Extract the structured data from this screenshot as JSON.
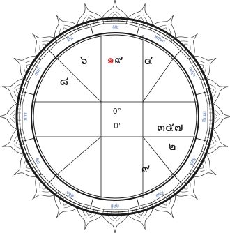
{
  "zodiac_signs": [
    {
      "id": "top",
      "label": "เมษ"
    },
    {
      "id": "upper-right",
      "label": "พฤษภ"
    },
    {
      "id": "right-upper",
      "label": "เมถุน"
    },
    {
      "id": "right-lower",
      "label": "กรกฎ"
    },
    {
      "id": "lower-right",
      "label": "สิงห์"
    },
    {
      "id": "bottom",
      "label": "กันย์"
    },
    {
      "id": "lower-left",
      "label": "ตุลย์"
    },
    {
      "id": "left-lower",
      "label": "พิจิก"
    },
    {
      "id": "left-upper",
      "label": "ธนู"
    },
    {
      "id": "upper-left",
      "label": "มกร"
    },
    {
      "id": "left-top",
      "label": "กุมภ์"
    },
    {
      "id": "top-left",
      "label": "มีน"
    }
  ],
  "houses": [
    {
      "id": "top-center",
      "text_red": "๑",
      "text": "๙"
    },
    {
      "id": "top-left",
      "text": "๖"
    },
    {
      "id": "top-right",
      "text": "๔"
    },
    {
      "id": "left-upper",
      "text": "๘"
    },
    {
      "id": "right-middle",
      "text": "๓๕๗"
    },
    {
      "id": "right-lower",
      "text": "๒"
    },
    {
      "id": "bottom-right",
      "text": "๙"
    }
  ],
  "center": {
    "degree": "0°",
    "minute": "0'"
  },
  "colors": {
    "line": "#1a1a1a",
    "sign_label": "#7e96c0",
    "highlight": "#cc2a2a"
  }
}
